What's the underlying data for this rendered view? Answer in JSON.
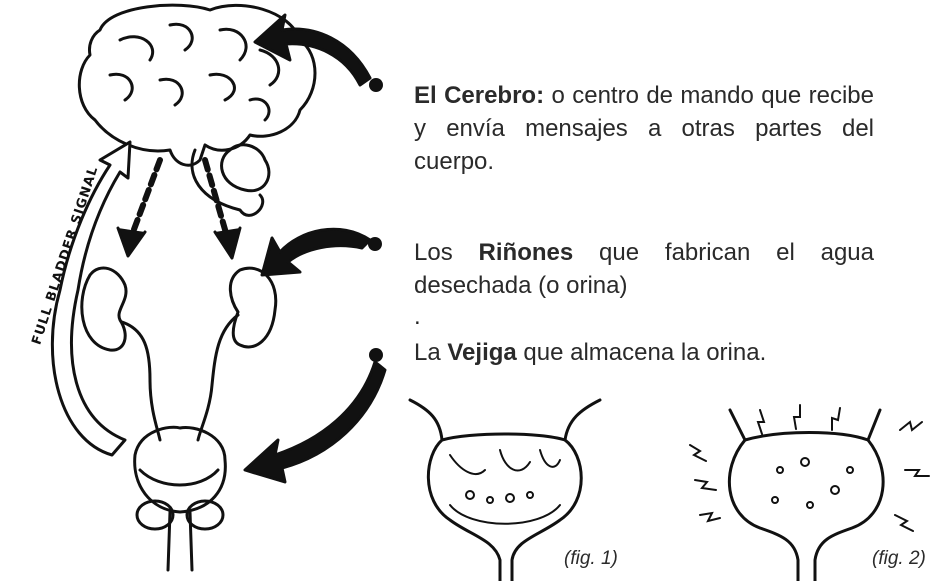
{
  "brain": {
    "bold": "El Cerebro:",
    "text": " o centro de mando que recibe y envía mensajes a otras partes del cuerpo."
  },
  "kidneys": {
    "pre": "Los ",
    "bold": "Riñones",
    "text": " que fabrican el agua desechada (o orina)"
  },
  "separator": ".",
  "bladder": {
    "pre": "La ",
    "bold": "Vejiga",
    "text": " que almacena la orina."
  },
  "signal_label": "FULL BLADDER SIGNAL",
  "figures": {
    "fig1": "(fig. 1)",
    "fig2": "(fig. 2)"
  }
}
